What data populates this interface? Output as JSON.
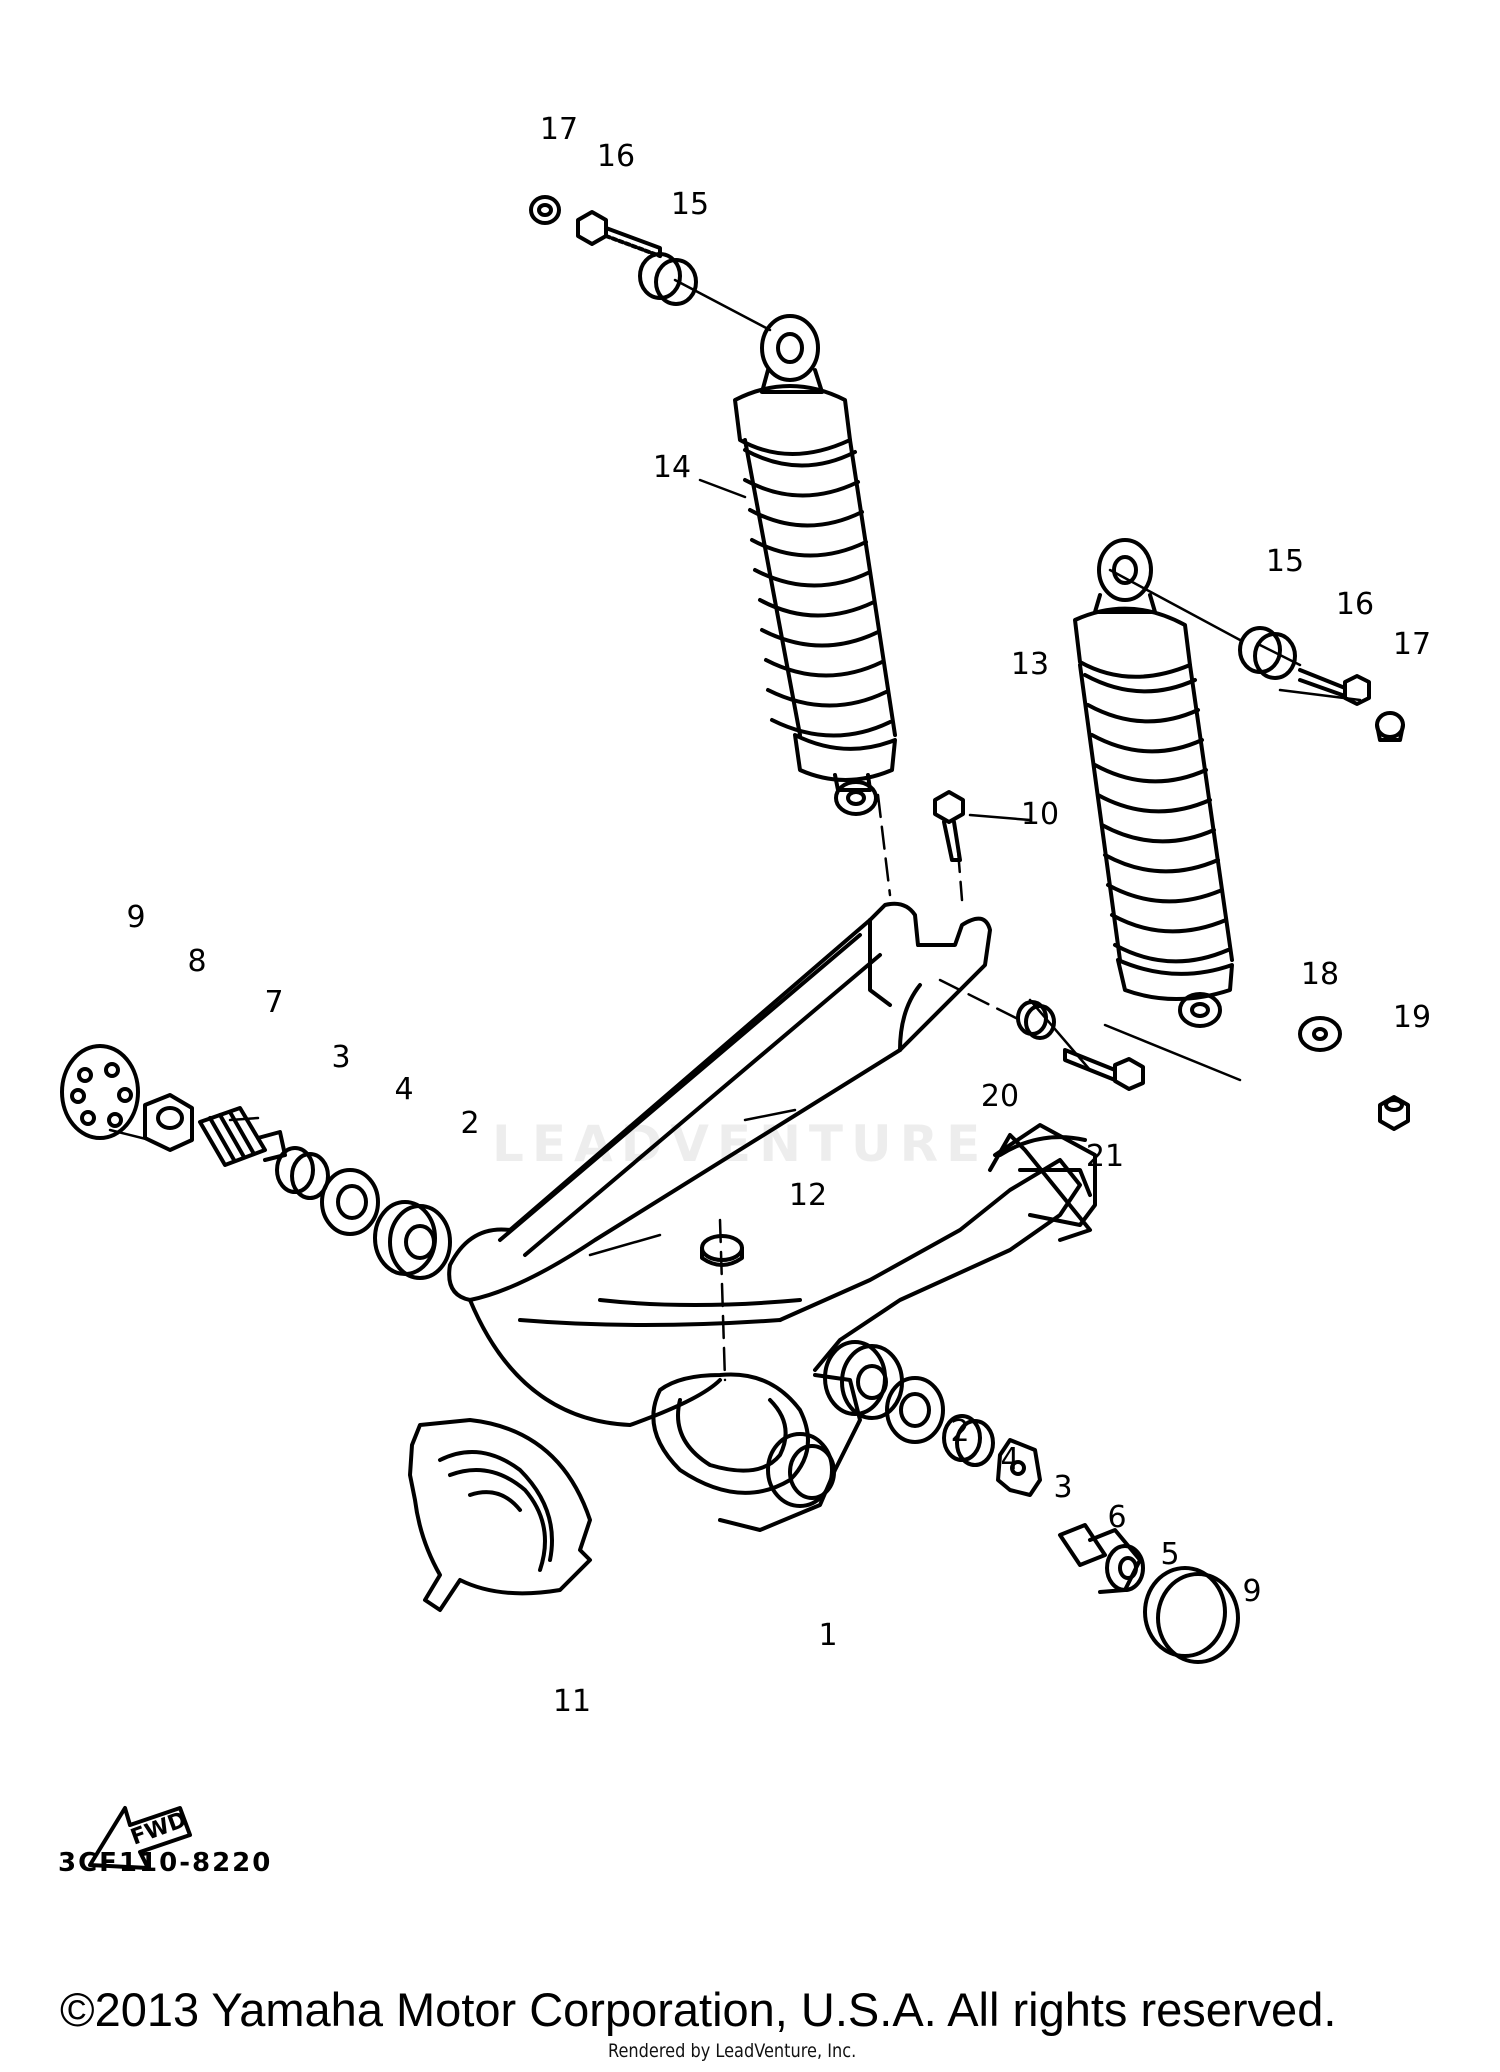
{
  "callouts": [
    {
      "id": "17a",
      "text": "17"
    },
    {
      "id": "16a",
      "text": "16"
    },
    {
      "id": "15a",
      "text": "15"
    },
    {
      "id": "14",
      "text": "14"
    },
    {
      "id": "15b",
      "text": "15"
    },
    {
      "id": "16b",
      "text": "16"
    },
    {
      "id": "17b",
      "text": "17"
    },
    {
      "id": "13",
      "text": "13"
    },
    {
      "id": "10",
      "text": "10"
    },
    {
      "id": "9a",
      "text": "9"
    },
    {
      "id": "8",
      "text": "8"
    },
    {
      "id": "7",
      "text": "7"
    },
    {
      "id": "3a",
      "text": "3"
    },
    {
      "id": "4a",
      "text": "4"
    },
    {
      "id": "2a",
      "text": "2"
    },
    {
      "id": "18",
      "text": "18"
    },
    {
      "id": "19",
      "text": "19"
    },
    {
      "id": "20",
      "text": "20"
    },
    {
      "id": "21",
      "text": "21"
    },
    {
      "id": "12",
      "text": "12"
    },
    {
      "id": "2b",
      "text": "2"
    },
    {
      "id": "4b",
      "text": "4"
    },
    {
      "id": "3b",
      "text": "3"
    },
    {
      "id": "6",
      "text": "6"
    },
    {
      "id": "5",
      "text": "5"
    },
    {
      "id": "9b",
      "text": "9"
    },
    {
      "id": "1",
      "text": "1"
    },
    {
      "id": "11",
      "text": "11"
    }
  ],
  "fwd_label": "FWD",
  "diagram_code": "3CF110-8220",
  "copyright": "©2013 Yamaha Motor Corporation, U.S.A. All rights reserved.",
  "rendered_by": "Rendered by LeadVenture, Inc.",
  "watermark": "LEADVENTURE"
}
